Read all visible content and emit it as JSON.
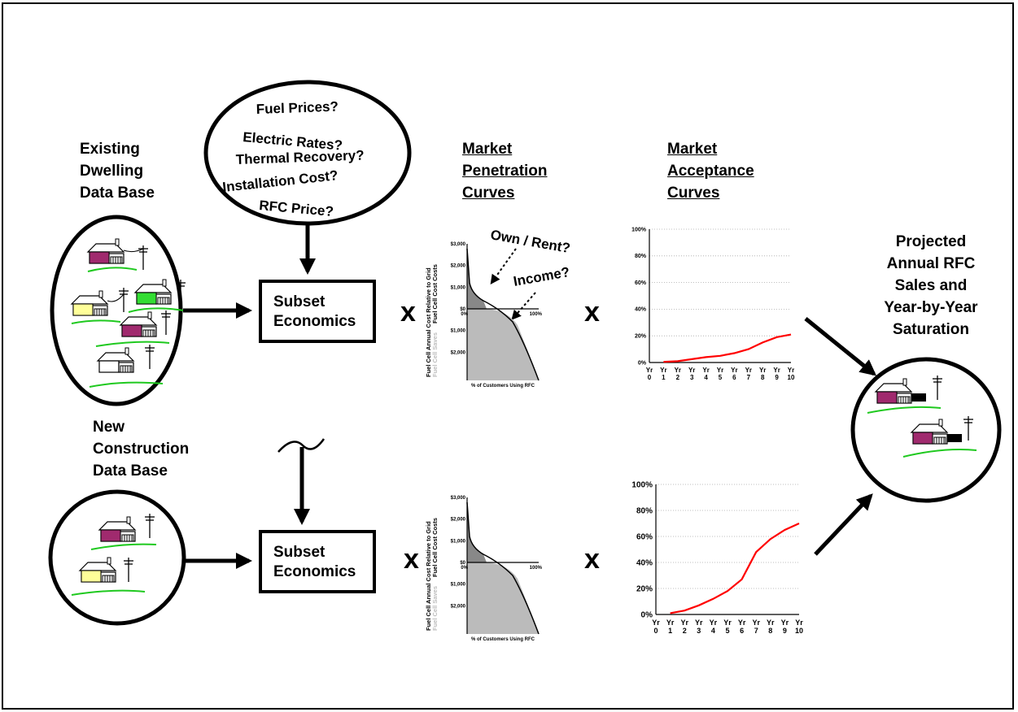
{
  "inputs": {
    "fuel_prices": "Fuel Prices?",
    "electric_rates": "Electric Rates?",
    "thermal_recovery": "Thermal Recovery?",
    "installation_cost": "Installation Cost?",
    "rfc_price": "RFC Price?"
  },
  "existing_db": [
    "Existing",
    "Dwelling",
    "Data Base"
  ],
  "new_db": [
    "New",
    "Construction",
    "Data Base"
  ],
  "subset_box": [
    "Subset",
    "Economics"
  ],
  "multiply_sign": "x",
  "penetration_heading": [
    "Market",
    "Penetration",
    "Curves"
  ],
  "acceptance_heading": [
    "Market",
    "Acceptance",
    "Curves"
  ],
  "projection": [
    "Projected",
    "Annual RFC",
    "Sales  and",
    "Year-by-Year",
    "Saturation"
  ],
  "annotations": {
    "own_rent": "Own / Rent?",
    "income": "Income?"
  },
  "penetration_chart": {
    "ylabel_lines": [
      "Fuel Cell Annual Cost Relative to Grid",
      "Fuel Cell Cost Costs"
    ],
    "ylabel_light": "Fuel Cell Saves",
    "yticks": [
      "$3,000",
      "$2,000",
      "$1,000",
      "$0",
      "$1,000",
      "$2,000"
    ],
    "xticks": [
      "0%",
      "100%"
    ],
    "xlabel": "% of Customers Using RFC"
  },
  "chart_data": [
    {
      "type": "line",
      "x": [
        "Yr 0",
        "Yr 1",
        "Yr 2",
        "Yr 3",
        "Yr 4",
        "Yr 5",
        "Yr 6",
        "Yr 7",
        "Yr 8",
        "Yr 9",
        "Yr 10"
      ],
      "yticks": [
        "0%",
        "20%",
        "40%",
        "60%",
        "80%",
        "100%"
      ],
      "ylim": [
        0,
        100
      ],
      "series": [
        {
          "values": [
            null,
            0.5,
            1,
            2.5,
            4,
            5,
            7,
            10,
            15,
            19,
            21
          ]
        }
      ],
      "line_color": "#ff0000",
      "grid": true
    },
    {
      "type": "line",
      "x": [
        "Yr 0",
        "Yr 1",
        "Yr 2",
        "Yr 3",
        "Yr 4",
        "Yr 5",
        "Yr 6",
        "Yr 7",
        "Yr 8",
        "Yr 9",
        "Yr 10"
      ],
      "yticks": [
        "0%",
        "20%",
        "40%",
        "60%",
        "80%",
        "100%"
      ],
      "ylim": [
        0,
        100
      ],
      "series": [
        {
          "values": [
            null,
            1,
            3,
            7,
            12,
            18,
            27,
            48,
            58,
            65,
            70
          ]
        }
      ],
      "line_color": "#ff0000",
      "grid": true
    }
  ],
  "colors": {
    "grass": "#1fc91f",
    "roof": "#a02a6e",
    "house_alt": "#ffff99",
    "green_house": "#33dd33",
    "curve": "#ff0000"
  }
}
